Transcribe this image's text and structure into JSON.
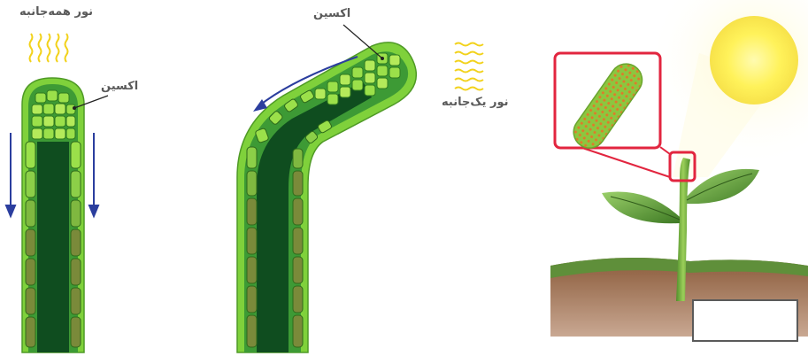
{
  "labels": {
    "light_all_sides": "نور همه‌جانبه",
    "light_one_side": "نور یک‌جانبه",
    "auxin_left": "اکسین",
    "auxin_middle": "اکسین"
  },
  "answer_box": {
    "text": ""
  },
  "colors": {
    "outer_green": "#7fd13b",
    "inner_green": "#2f8a2f",
    "core_green": "#0f4d1f",
    "tip_cell": "#9be04a",
    "lower_cell": "#7a8a3a",
    "arrow_blue": "#2b3e9e",
    "light_yellow": "#f2d21b",
    "inset_red": "#e2253f",
    "sun_yellow": "#fff25a"
  }
}
